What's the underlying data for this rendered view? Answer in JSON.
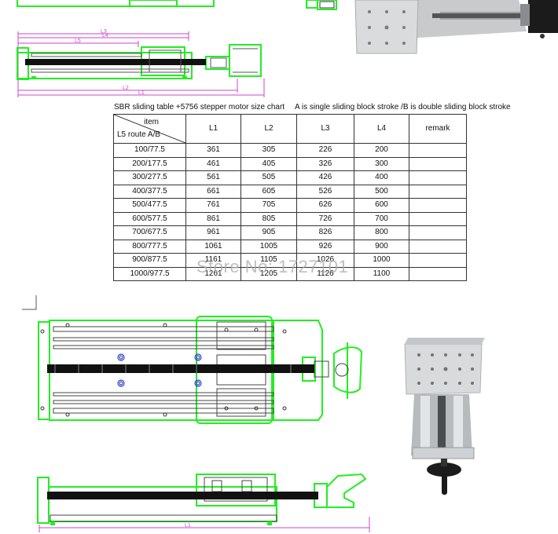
{
  "caption": {
    "left": "SBR sliding table +5756 stepper motor size chart",
    "right": "A is single sliding block stroke /B is double sliding block stroke"
  },
  "table": {
    "header": {
      "diag_top": "item",
      "diag_bottom": "L5 route A/B",
      "cols": [
        "L1",
        "L2",
        "L3",
        "L4",
        "remark"
      ]
    },
    "rows": [
      [
        "100/77.5",
        "361",
        "305",
        "226",
        "200",
        ""
      ],
      [
        "200/177.5",
        "461",
        "405",
        "326",
        "300",
        ""
      ],
      [
        "300/277.5",
        "561",
        "505",
        "426",
        "400",
        ""
      ],
      [
        "400/377.5",
        "661",
        "605",
        "526",
        "500",
        ""
      ],
      [
        "500/477.5",
        "761",
        "705",
        "626",
        "600",
        ""
      ],
      [
        "600/577.5",
        "861",
        "805",
        "726",
        "700",
        ""
      ],
      [
        "700/677.5",
        "961",
        "905",
        "826",
        "800",
        ""
      ],
      [
        "800/777.5",
        "1061",
        "1005",
        "926",
        "900",
        ""
      ],
      [
        "900/877.5",
        "1161",
        "1105",
        "1026",
        "1000",
        ""
      ],
      [
        "1000/977.5",
        "1261",
        "1205",
        "1126",
        "1100",
        ""
      ]
    ]
  },
  "drawing_top": {
    "dims": [
      "L3",
      "L4",
      "L5",
      "L2",
      "L1"
    ]
  },
  "drawing_bottom": {
    "dim": "L1"
  },
  "watermark": "Store No: 1727101",
  "colors": {
    "outline": "#22ee22",
    "dimension": "#cc44cc",
    "screw": "#111111",
    "hole": "#3344cc"
  }
}
